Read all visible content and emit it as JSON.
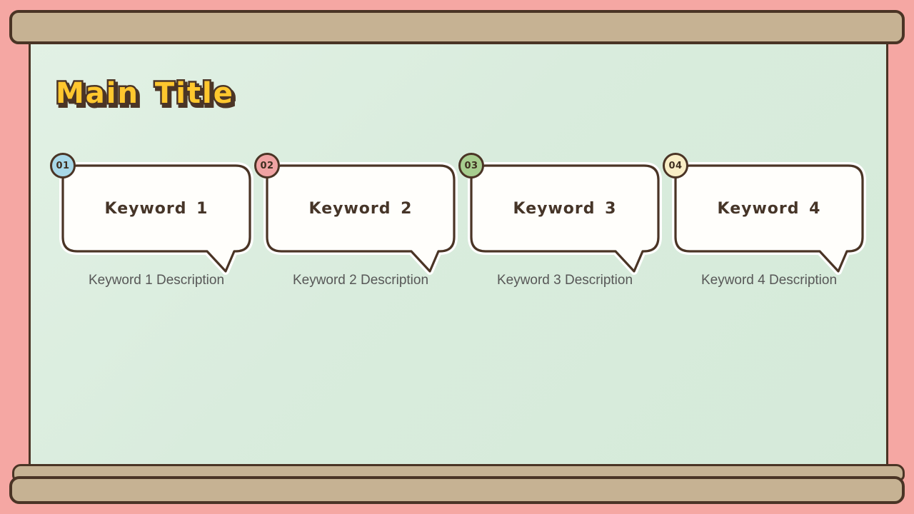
{
  "slide": {
    "title": "Main Title",
    "cards": [
      {
        "number": "01",
        "keyword": "Keyword 1",
        "description": "Keyword 1 Description",
        "badge_color": "#a8d8e8"
      },
      {
        "number": "02",
        "keyword": "Keyword 2",
        "description": "Keyword 2 Description",
        "badge_color": "#f0a3a3"
      },
      {
        "number": "03",
        "keyword": "Keyword 3",
        "description": "Keyword 3 Description",
        "badge_color": "#a7cd8f"
      },
      {
        "number": "04",
        "keyword": "Keyword 4",
        "description": "Keyword 4 Description",
        "badge_color": "#f9eec6"
      }
    ],
    "colors": {
      "background": "#f5a7a3",
      "rail": "#c6b293",
      "outline": "#4a3425",
      "panel": "#d9ecdd",
      "bubble_fill": "#fffefb",
      "title_fill": "#ffc72e",
      "title_outline": "#4b3526",
      "keyword_text": "#463528",
      "description_text": "#575757"
    }
  }
}
